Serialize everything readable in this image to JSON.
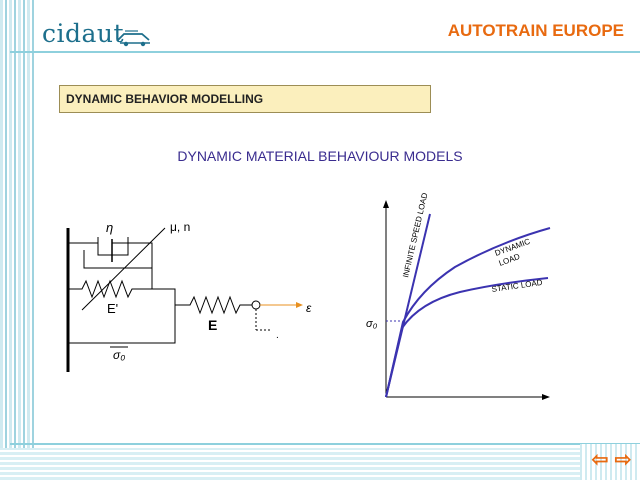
{
  "header": {
    "logo_text": "cidaut",
    "title": "AUTOTRAIN EUROPE"
  },
  "section": {
    "title": "DYNAMIC BEHAVIOR MODELLING"
  },
  "slide": {
    "subtitle": "DYNAMIC MATERIAL BEHAVIOUR MODELS"
  },
  "model_diagram": {
    "eta_label": "η",
    "mu_n_label": "μ, n",
    "e_prime_label": "E'",
    "e_label": "E",
    "sigma0_label": "σ₀",
    "epsilon_label": "ε",
    "dot_label": "."
  },
  "curves_diagram": {
    "infinite_speed_label": "INFINITE SPEED LOAD",
    "dynamic_label_1": "DYNAMIC",
    "dynamic_label_2": "LOAD",
    "static_label": "STATIC LOAD",
    "sigma0_label": "σ₀",
    "colors": {
      "curve": "#3b33b0",
      "strain_arrow": "#e89020"
    }
  },
  "footer": {
    "prev_icon": "left-arrow-icon",
    "next_icon": "right-arrow-icon",
    "prev_glyph": "⇦",
    "next_glyph": "⇨"
  }
}
